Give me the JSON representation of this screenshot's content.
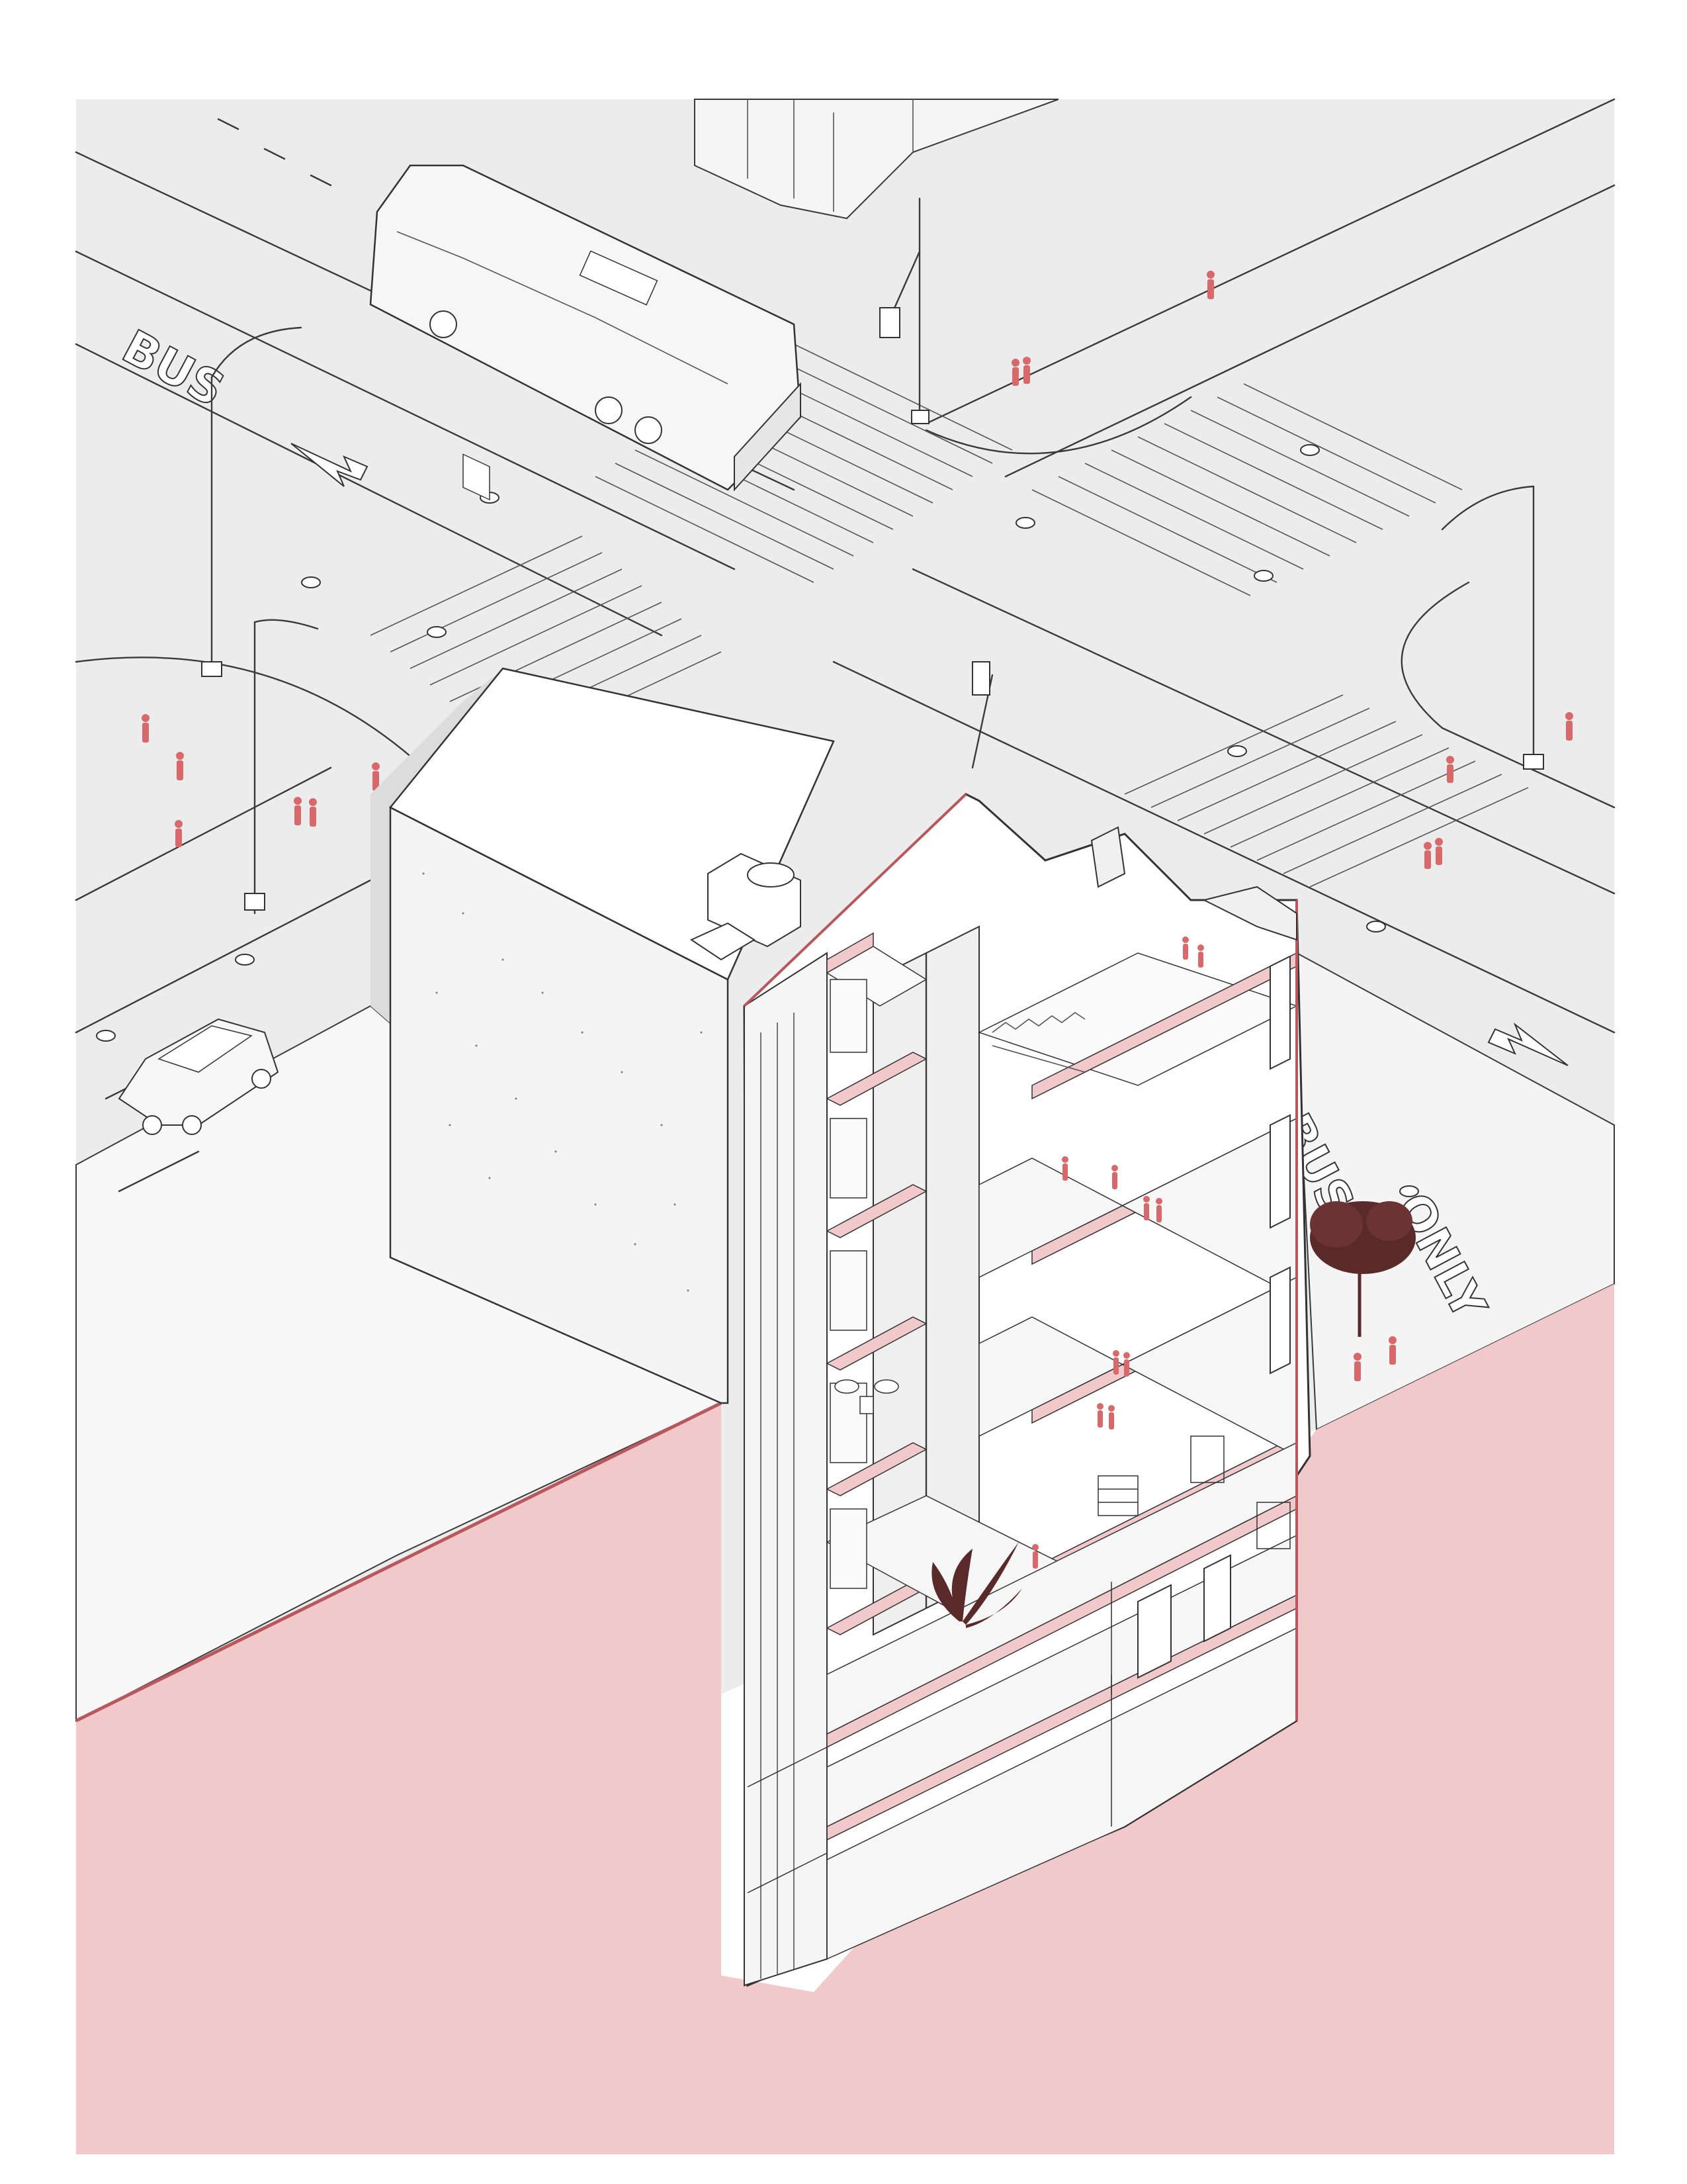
{
  "colors": {
    "background": "#ffffff",
    "ground": "#ececec",
    "shadow": "#dcdcdc",
    "section_cut": "#f2c9ca",
    "cut_edge": "#b8585c",
    "figure": "#d9686b",
    "tree": "#5a2a2a",
    "line": "#3a3a3a"
  },
  "road_markings": {
    "bus_lane_upper": "BUS",
    "bus_lane_right": "BUS",
    "only_right": "ONLY"
  },
  "icons": {
    "bus": "bus-icon",
    "suv": "suv-icon",
    "street_lamp": "street-lamp-icon",
    "traffic_light": "traffic-light-icon",
    "person": "person-icon",
    "tree": "tree-icon",
    "plant": "plant-icon",
    "arrow": "lane-arrow-icon"
  }
}
